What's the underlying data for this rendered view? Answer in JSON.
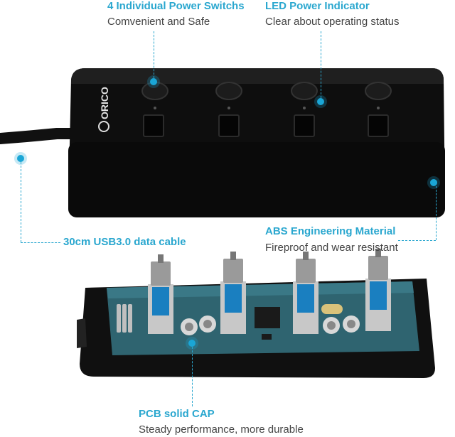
{
  "colors": {
    "accent": "#2aa7cf",
    "hub_body": "#0e0e0e",
    "pcb": "#2f6470",
    "text": "#444444"
  },
  "brand": {
    "logo_text": "ORICO"
  },
  "callouts": {
    "switches": {
      "title": "4 Individual Power Switchs",
      "subtitle": "Comvenient and Safe"
    },
    "led": {
      "title": "LED Power Indicator",
      "subtitle": "Clear about operating status"
    },
    "cable": {
      "title": "30cm USB3.0 data cable"
    },
    "abs": {
      "title": "ABS Engineering Material",
      "subtitle": "Fireproof  and wear resistant"
    },
    "pcb": {
      "title": "PCB solid CAP",
      "subtitle": "Steady performance, more durable"
    }
  }
}
